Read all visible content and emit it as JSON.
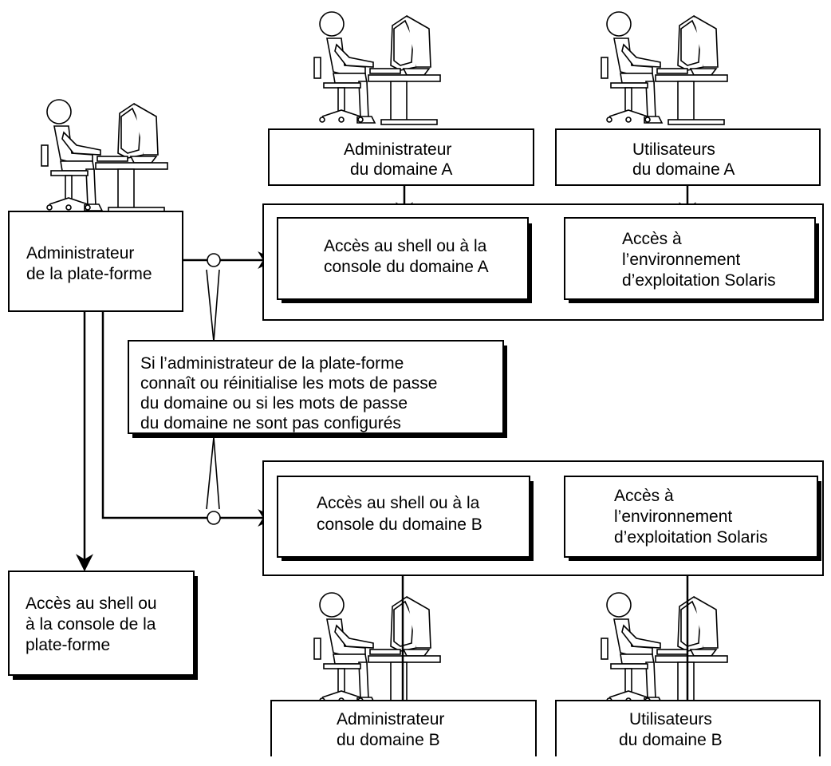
{
  "labels": {
    "platform_admin": [
      "Administrateur",
      "de la plate-forme"
    ],
    "admin_a": [
      "Administrateur",
      "du domaine A"
    ],
    "users_a": [
      "Utilisateurs",
      "du domaine A"
    ],
    "shell_a": [
      "Accès au shell ou à la",
      "console du domaine A"
    ],
    "solaris_a": [
      "Accès à",
      "l’environnement",
      "d’exploitation Solaris"
    ],
    "note": [
      "Si l’administrateur de la plate-forme",
      "connaît ou réinitialise les mots de passe",
      "du domaine ou si les mots de passe",
      "du domaine ne sont pas configurés"
    ],
    "shell_b": [
      "Accès au shell ou à la",
      "console du domaine B"
    ],
    "solaris_b": [
      "Accès à",
      "l’environnement",
      "d’exploitation Solaris"
    ],
    "platform_access": [
      "Accès au shell ou",
      "à la console de la",
      "plate-forme"
    ],
    "admin_b": [
      "Administrateur",
      "du domaine B"
    ],
    "users_b": [
      "Utilisateurs",
      "du domaine B"
    ]
  },
  "icons": {
    "person": "person-at-workstation-icon"
  }
}
